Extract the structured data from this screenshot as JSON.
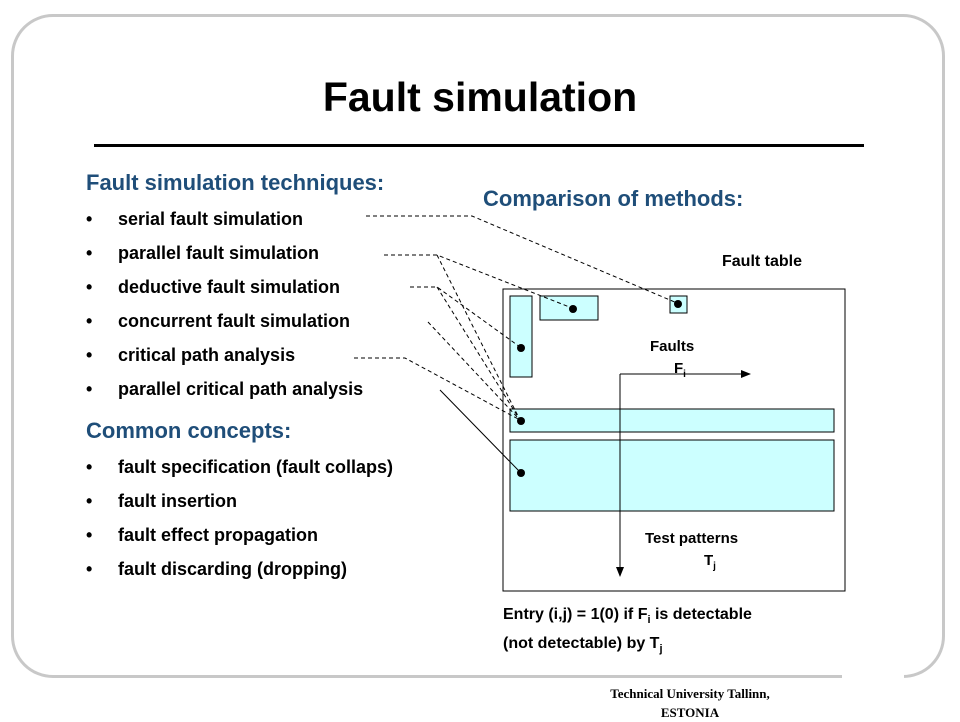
{
  "title": "Fault simulation",
  "techniques": {
    "heading": "Fault simulation techniques:",
    "items": [
      "serial fault simulation",
      "parallel fault simulation",
      "deductive fault simulation",
      "concurrent fault simulation",
      "critical path analysis",
      "parallel critical path analysis"
    ]
  },
  "concepts": {
    "heading": "Common concepts:",
    "items": [
      "fault specification (fault collaps)",
      "fault insertion",
      "fault effect propagation",
      "fault discarding (dropping)"
    ]
  },
  "comparison": {
    "heading": "Comparison of methods:",
    "fault_table_label": "Fault table",
    "faults_label": "Faults",
    "faults_symbol": "F",
    "faults_subscript": "i",
    "test_patterns_label": "Test patterns",
    "test_patterns_symbol": "T",
    "test_patterns_subscript": "j",
    "entry_line1_pre": "Entry (i,j) = 1(0) if F",
    "entry_line1_sub": "i",
    "entry_line1_post": " is detectable",
    "entry_line2_pre": "(not detectable) by T",
    "entry_line2_sub": "j"
  },
  "footer": {
    "line1": "Technical University Tallinn,",
    "line2": "ESTONIA"
  },
  "colors": {
    "heading": "#1f4e79",
    "region_fill": "#ccffff",
    "frame": "#c8c8c8"
  }
}
